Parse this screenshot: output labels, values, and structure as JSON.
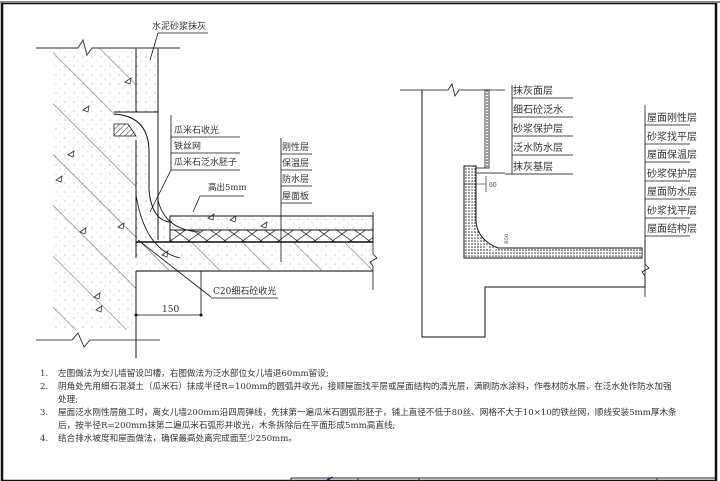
{
  "left_detail": {
    "top_label": "水泥砂浆抹灰",
    "callouts": [
      "瓜米石收光",
      "铁丝网",
      "瓜米石泛水胚子"
    ],
    "layers": [
      "刚性层",
      "保温层",
      "防水层",
      "屋面板"
    ],
    "height_note": "高出5mm",
    "bottom_label": "C20细石砼收光",
    "dimension": "150"
  },
  "right_detail": {
    "wall_layers": [
      "抹灰面层",
      "细石砼泛水",
      "砂浆保护层",
      "泛水防水层",
      "抹灰基层"
    ],
    "roof_layers": [
      "屋面刚性层",
      "砂浆找平层",
      "屋面保温层",
      "砂浆保护层",
      "屋面防水层",
      "砂浆找平层",
      "屋面结构层"
    ],
    "dimension": "60",
    "radius_note": "R50"
  },
  "notes": [
    {
      "num": "1.",
      "text": "左图做法为女儿墙留设凹槽，右图做法为泛水部位女儿墙退60mm留设;"
    },
    {
      "num": "2.",
      "text": "阴角处先用细石混凝土（瓜米石）抹成半径R=100mm的圆弧并收光，接顺屋面找平层或屋面结构的清光层，满刷防水涂料，作卷材防水层，在泛水处作防水加强处理;"
    },
    {
      "num": "3.",
      "text": "屋面泛水刚性层施工时，离女儿墙200mm沿四周弹线，先抹第一遍瓜米石圆弧形胚子，铺上直径不低于80丝、网格不大于10×10的铁丝网，顺线安装5mm厚木条后，按半径R=200mm抹第二遍瓜米石弧形并收光，木条拆除后在平面形成5mm高直线;"
    },
    {
      "num": "4.",
      "text": "结合排水坡度和屋面做法，确保最高处离完成面至少250mm。"
    }
  ]
}
